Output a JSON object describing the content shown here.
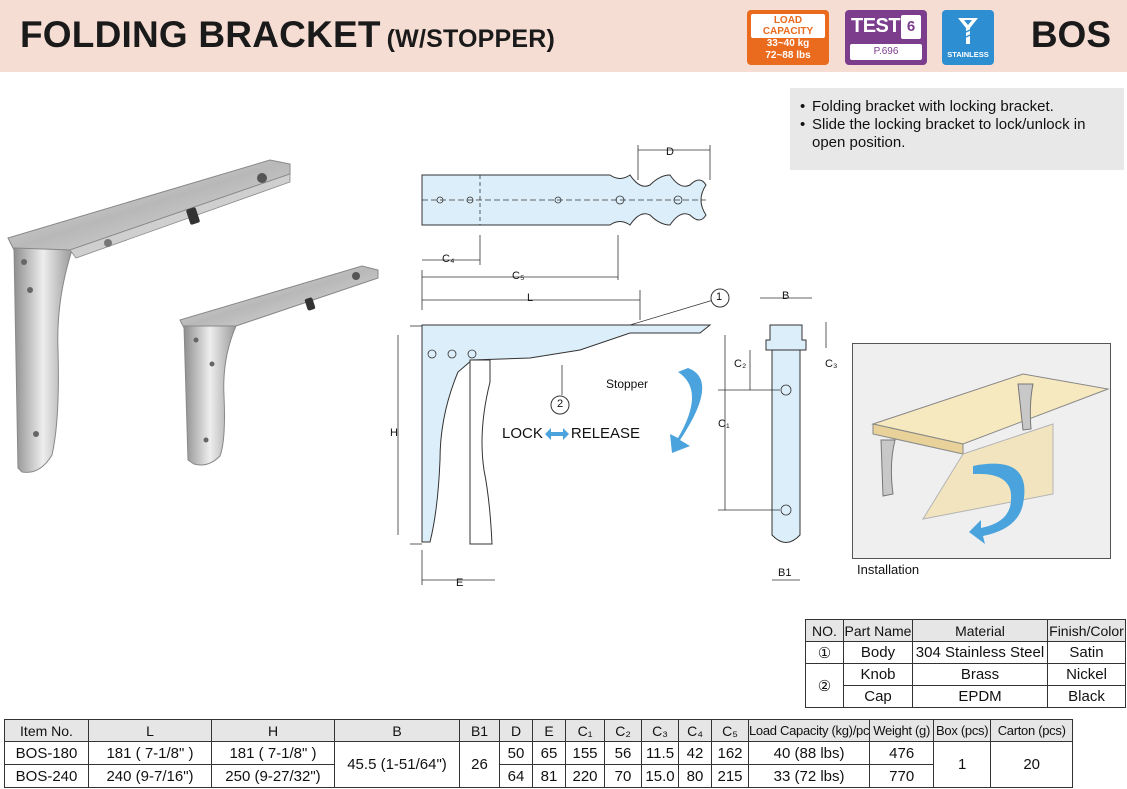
{
  "header": {
    "title": "FOLDING BRACKET",
    "subtitle": "(W/STOPPER)",
    "series_code": "BOS",
    "load_badge": {
      "label": "LOAD CAPACITY",
      "value_kg": "33~40 kg",
      "value_lbs": "72~88 lbs",
      "color": "#ea6a1e"
    },
    "test_badge": {
      "label": "TEST",
      "number": "6",
      "page": "P.696",
      "color": "#7c3d8d"
    },
    "material_badge": {
      "label": "STAINLESS",
      "icon": "screw-icon",
      "color": "#2d8fd2"
    }
  },
  "features": [
    "Folding bracket with locking bracket.",
    "Slide the locking bracket to lock/unlock in open position."
  ],
  "drawing": {
    "labels": {
      "D": "D",
      "C4": "C₄",
      "C5": "C₅",
      "L": "L",
      "B": "B",
      "H": "H",
      "E": "E",
      "C1": "C₁",
      "C2": "C₂",
      "C3": "C₃",
      "B1": "B1",
      "part1": "1",
      "part2": "2",
      "stopper": "Stopper",
      "lock": "LOCK",
      "release": "RELEASE"
    },
    "installation_caption": "Installation"
  },
  "parts_table": {
    "headers": [
      "NO.",
      "Part Name",
      "Material",
      "Finish/Color"
    ],
    "rows": [
      {
        "no": "①",
        "name": "Body",
        "material": "304 Stainless Steel",
        "finish": "Satin"
      },
      {
        "no": "②",
        "name": "Knob",
        "material": "Brass",
        "finish": "Nickel"
      },
      {
        "no": "",
        "name": "Cap",
        "material": "EPDM",
        "finish": "Black"
      }
    ]
  },
  "spec_table": {
    "headers": [
      "Item No.",
      "L",
      "H",
      "B",
      "B1",
      "D",
      "E",
      "C₁",
      "C₂",
      "C₃",
      "C₄",
      "C₅",
      "Load Capacity (kg)/pc",
      "Weight (g)",
      "Box (pcs)",
      "Carton (pcs)"
    ],
    "shared": {
      "B": "45.5 (1-51/64\")",
      "B1": "26",
      "box": "1",
      "carton": "20"
    },
    "rows": [
      {
        "item": "BOS-180",
        "L": "181 ( 7-1/8\" )",
        "H": "181 ( 7-1/8\" )",
        "D": "50",
        "E": "65",
        "C1": "155",
        "C2": "56",
        "C3": "11.5",
        "C4": "42",
        "C5": "162",
        "load": "40 (88 lbs)",
        "weight": "476"
      },
      {
        "item": "BOS-240",
        "L": "240 (9-7/16\")",
        "H": "250 (9-27/32\")",
        "D": "64",
        "E": "81",
        "C1": "220",
        "C2": "70",
        "C3": "15.0",
        "C4": "80",
        "C5": "215",
        "load": "33 (72 lbs)",
        "weight": "770"
      }
    ]
  }
}
